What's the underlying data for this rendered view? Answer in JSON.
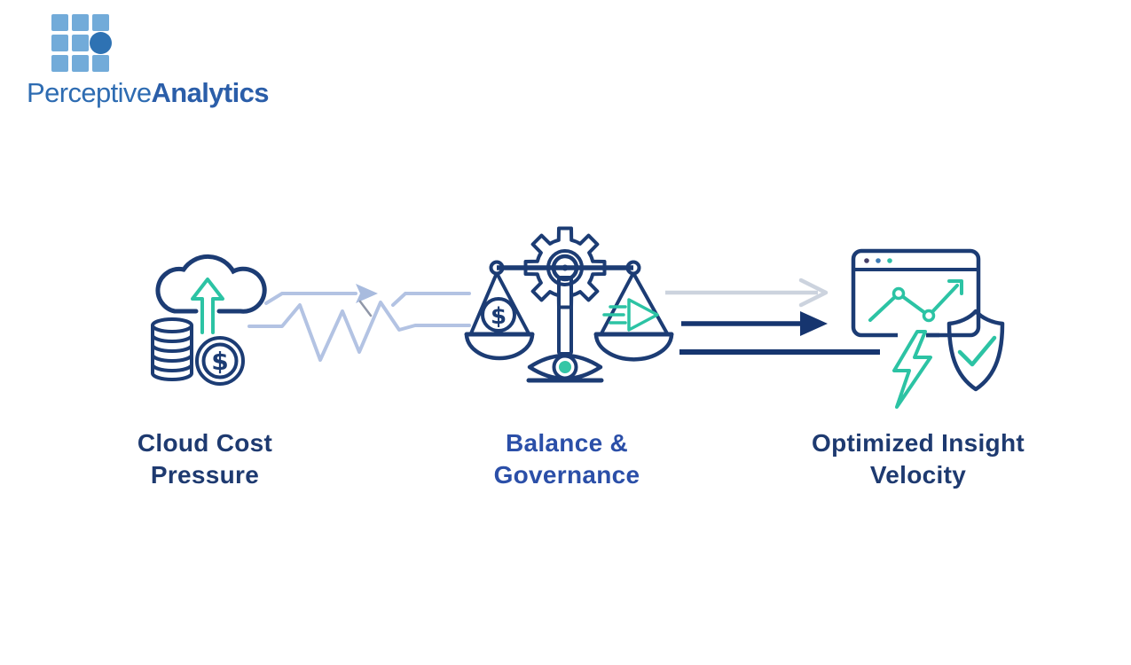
{
  "logo": {
    "brand_regular": "Perceptive",
    "brand_bold": "Analytics",
    "text_color": "#2e6cb2",
    "grid_square_color": "#72abd9",
    "grid_dot_color": "#2e72b3"
  },
  "diagram": {
    "stages": [
      {
        "id": "cloud-cost-pressure",
        "label_line1": "Cloud Cost",
        "label_line2": "Pressure",
        "label_color": "#1e3a70",
        "icons": [
          "cloud-upload-icon",
          "coin-stack-icon",
          "dollar-coin-icon"
        ]
      },
      {
        "id": "balance-governance",
        "label_line1": "Balance &",
        "label_line2": "Governance",
        "label_color": "#2b4fa8",
        "icons": [
          "gear-icon",
          "balance-scale-icon",
          "dollar-pan-icon",
          "fast-forward-arrow-icon",
          "eye-icon"
        ]
      },
      {
        "id": "optimized-insight-velocity",
        "label_line1": "Optimized Insight",
        "label_line2": "Velocity",
        "label_color": "#1e3a70",
        "icons": [
          "browser-chart-icon",
          "lightning-icon",
          "shield-check-icon"
        ]
      }
    ],
    "connectors": [
      {
        "name": "volatility-connector",
        "style": "light blue arrow above a zigzag volatility line"
      },
      {
        "name": "acceleration-connector",
        "style": "light gray open arrow, bold navy arrow, bold navy line"
      }
    ],
    "glyphs": {
      "dollar": "$"
    }
  },
  "colors": {
    "background": "#ffffff",
    "navy": "#1c3c74",
    "navy_bold_arrow": "#16356f",
    "teal": "#2cc3a4",
    "royal_blue_label": "#2b4fa8",
    "navy_label": "#1e3a70",
    "light_blue_connector": "#b3c3e3",
    "light_gray_connector": "#ccd3de"
  }
}
